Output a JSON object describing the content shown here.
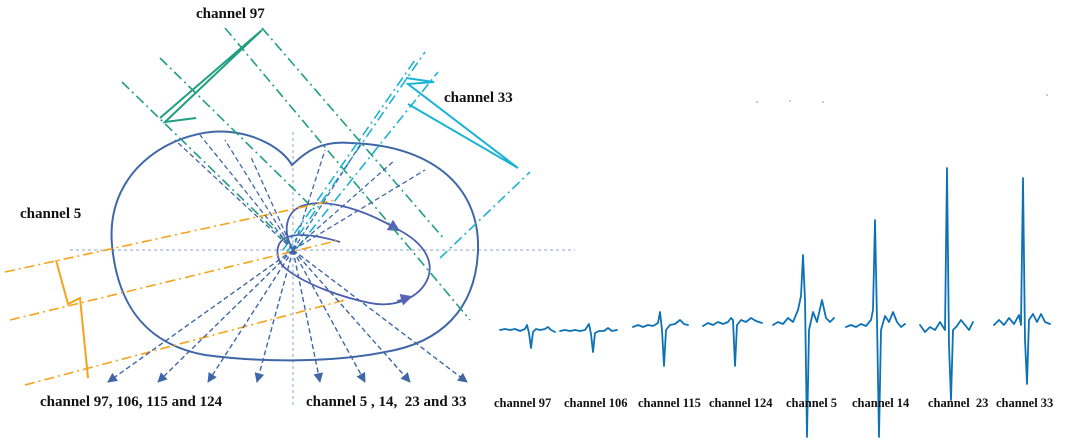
{
  "colors": {
    "outline": "#3f67a8",
    "projection": "#3f67a8",
    "axis_teal": "#1f9e80",
    "axis_cyan": "#1ab3d3",
    "axis_orange": "#f5a31a",
    "trace": "#0d72b5",
    "guide": "#8aa3cf"
  },
  "diagram": {
    "label_channel_97": "channel 97",
    "label_channel_33": "channel 33",
    "label_channel_5": "channel 5",
    "label_left_group": "channel 97, 106, 115 and 124",
    "label_right_group": "channel 5 , 14,  23 and 33"
  },
  "traces": [
    {
      "label": "channel 97"
    },
    {
      "label": "channel 106"
    },
    {
      "label": "channel 115"
    },
    {
      "label": "channel 124"
    },
    {
      "label": "channel 5"
    },
    {
      "label": "channel 14"
    },
    {
      "label": "channel  23"
    },
    {
      "label": "channel 33"
    }
  ]
}
